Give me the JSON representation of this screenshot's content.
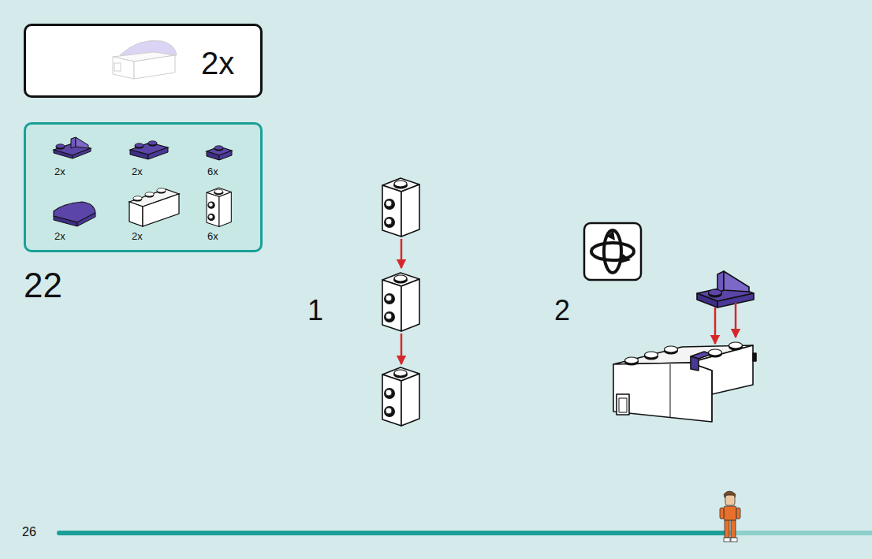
{
  "diagram": {
    "nodes": [
      {
        "text": [
          "2x"
        ]
      },
      {
        "text": [
          "2x",
          "2x",
          "6x",
          "2x",
          "2x",
          "6x"
        ]
      }
    ],
    "labels": [
      "22",
      "1",
      "2",
      "26"
    ]
  }
}
